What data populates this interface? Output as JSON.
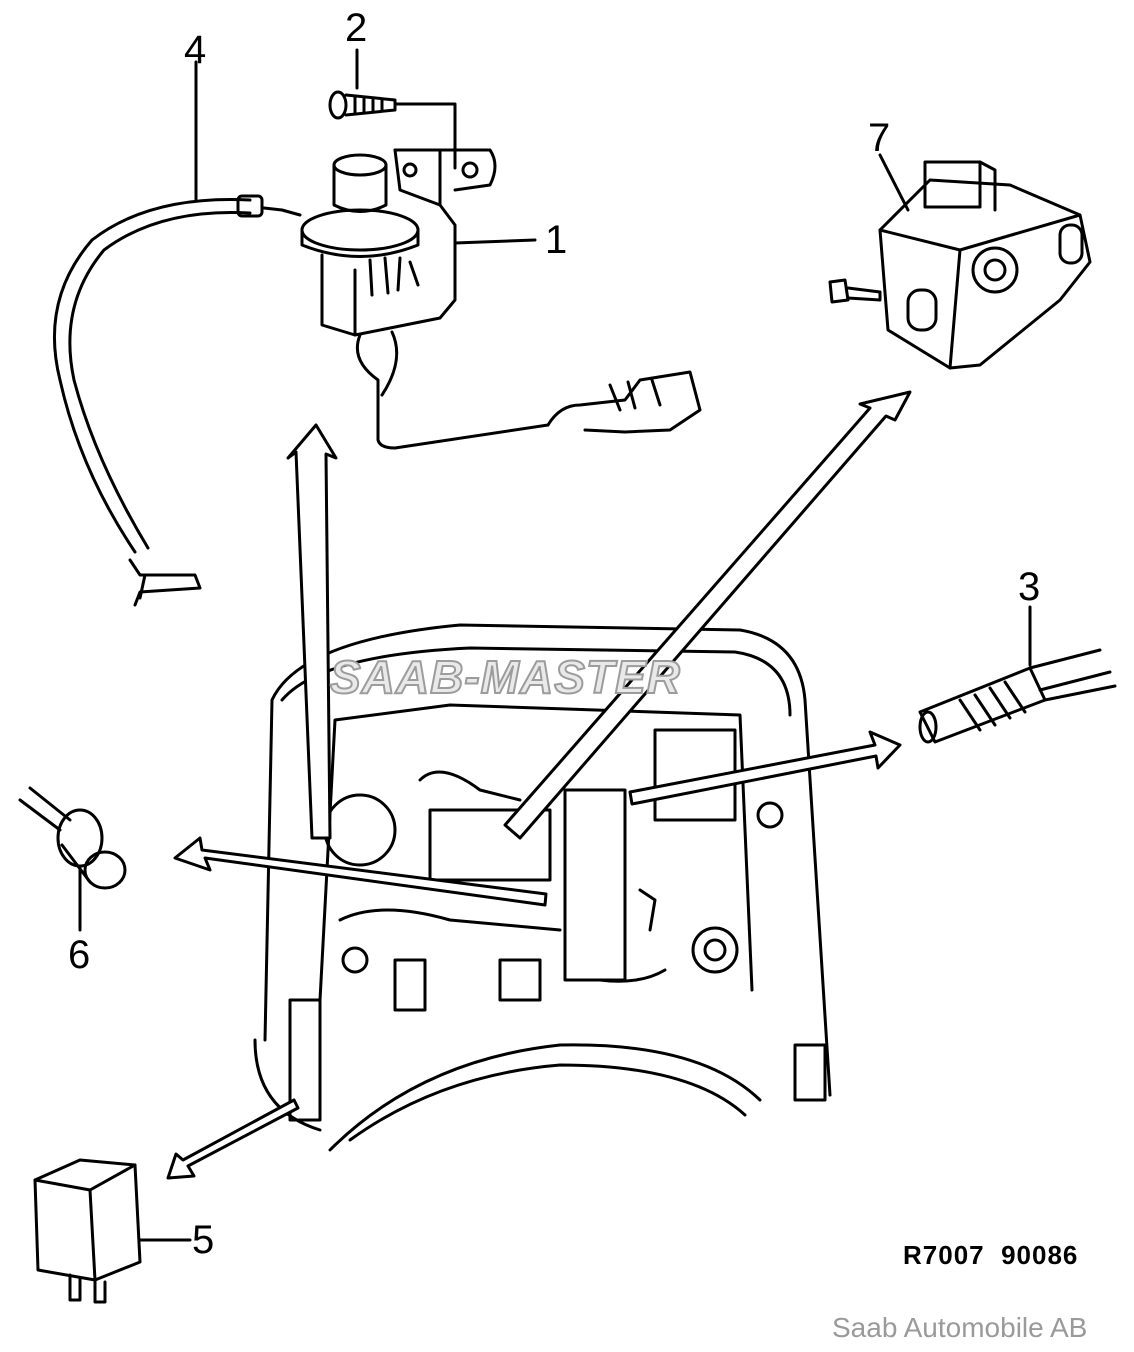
{
  "callouts": {
    "c1": "1",
    "c2": "2",
    "c3": "3",
    "c4": "4",
    "c5": "5",
    "c6": "6",
    "c7": "7"
  },
  "watermark": "SAAB-MASTER",
  "reference_code": "R7007  90086",
  "copyright": "Saab Automobile AB",
  "colors": {
    "line": "#000000",
    "background": "#ffffff",
    "footer_text": "#9a9a9a"
  }
}
